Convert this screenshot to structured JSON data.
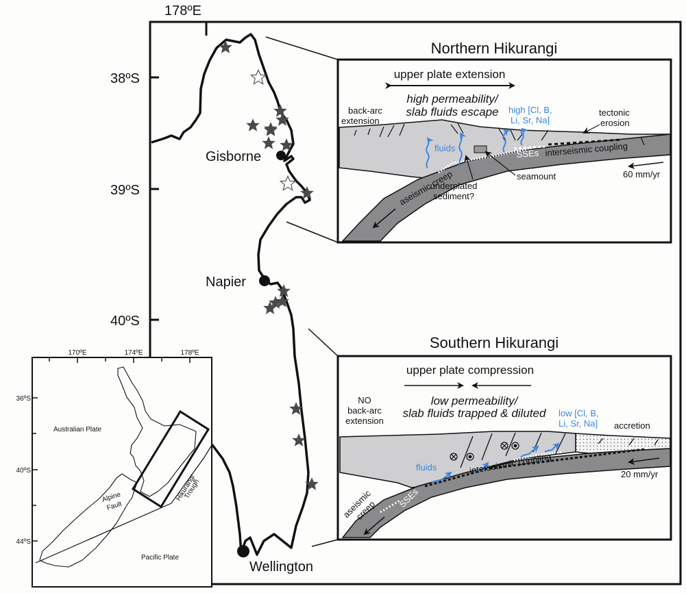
{
  "main_map": {
    "lon_label": "178ºE",
    "lat_labels": [
      "38ºS",
      "39ºS",
      "40ºS"
    ],
    "cities": [
      {
        "name": "Gisborne"
      },
      {
        "name": "Napier"
      },
      {
        "name": "Wellington"
      }
    ],
    "stars": {
      "filled_count": 17,
      "open_count": 2
    }
  },
  "inset_map": {
    "lon_ticks": [
      "170ºE",
      "174ºE",
      "178ºE"
    ],
    "lat_ticks": [
      "36ºS",
      "40ºS",
      "44ºS"
    ],
    "labels": {
      "australian_plate": "Australian Plate",
      "pacific_plate": "Pacific Plate",
      "alpine_fault_1": "Alpine",
      "alpine_fault_2": "Fault",
      "trough_1": "Hikurangi",
      "trough_2": "Trough"
    }
  },
  "northern": {
    "title": "Northern Hikurangi",
    "stress": "upper plate extension",
    "perm_1": "high permeability/",
    "perm_2": "slab fluids escape",
    "backarc_1": "back-arc",
    "backarc_2": "extension",
    "chem_1": "high [Cl, B,",
    "chem_2": "Li, Sr, Na]",
    "erosion_1": "tectonic",
    "erosion_2": "erosion",
    "fluids": "fluids",
    "sses": "SSEs",
    "coupling": "interseismic coupling",
    "rate": "60 mm/yr",
    "creep": "aseismic creep",
    "seamount": "seamount",
    "underplated_1": "underplated",
    "underplated_2": "sediment?"
  },
  "southern": {
    "title": "Southern Hikurangi",
    "stress": "upper plate compression",
    "perm_1": "low permeability/",
    "perm_2": "slab fluids trapped & diluted",
    "backarc_1": "NO",
    "backarc_2": "back-arc",
    "backarc_3": "extension",
    "chem_1": "low [Cl, B,",
    "chem_2": "Li, Sr, Na]",
    "accretion": "accretion",
    "fluids": "fluids",
    "coupling": "interseismic coupling",
    "rate": "20 mm/yr",
    "sses": "SSEs",
    "creep_1": "aseismic",
    "creep_2": "creep"
  },
  "colors": {
    "upper_plate": "#cfcfd1",
    "slab": "#8a8a8c",
    "fluid_blue": "#3a86e0",
    "star_fill": "#4a4a4c"
  }
}
